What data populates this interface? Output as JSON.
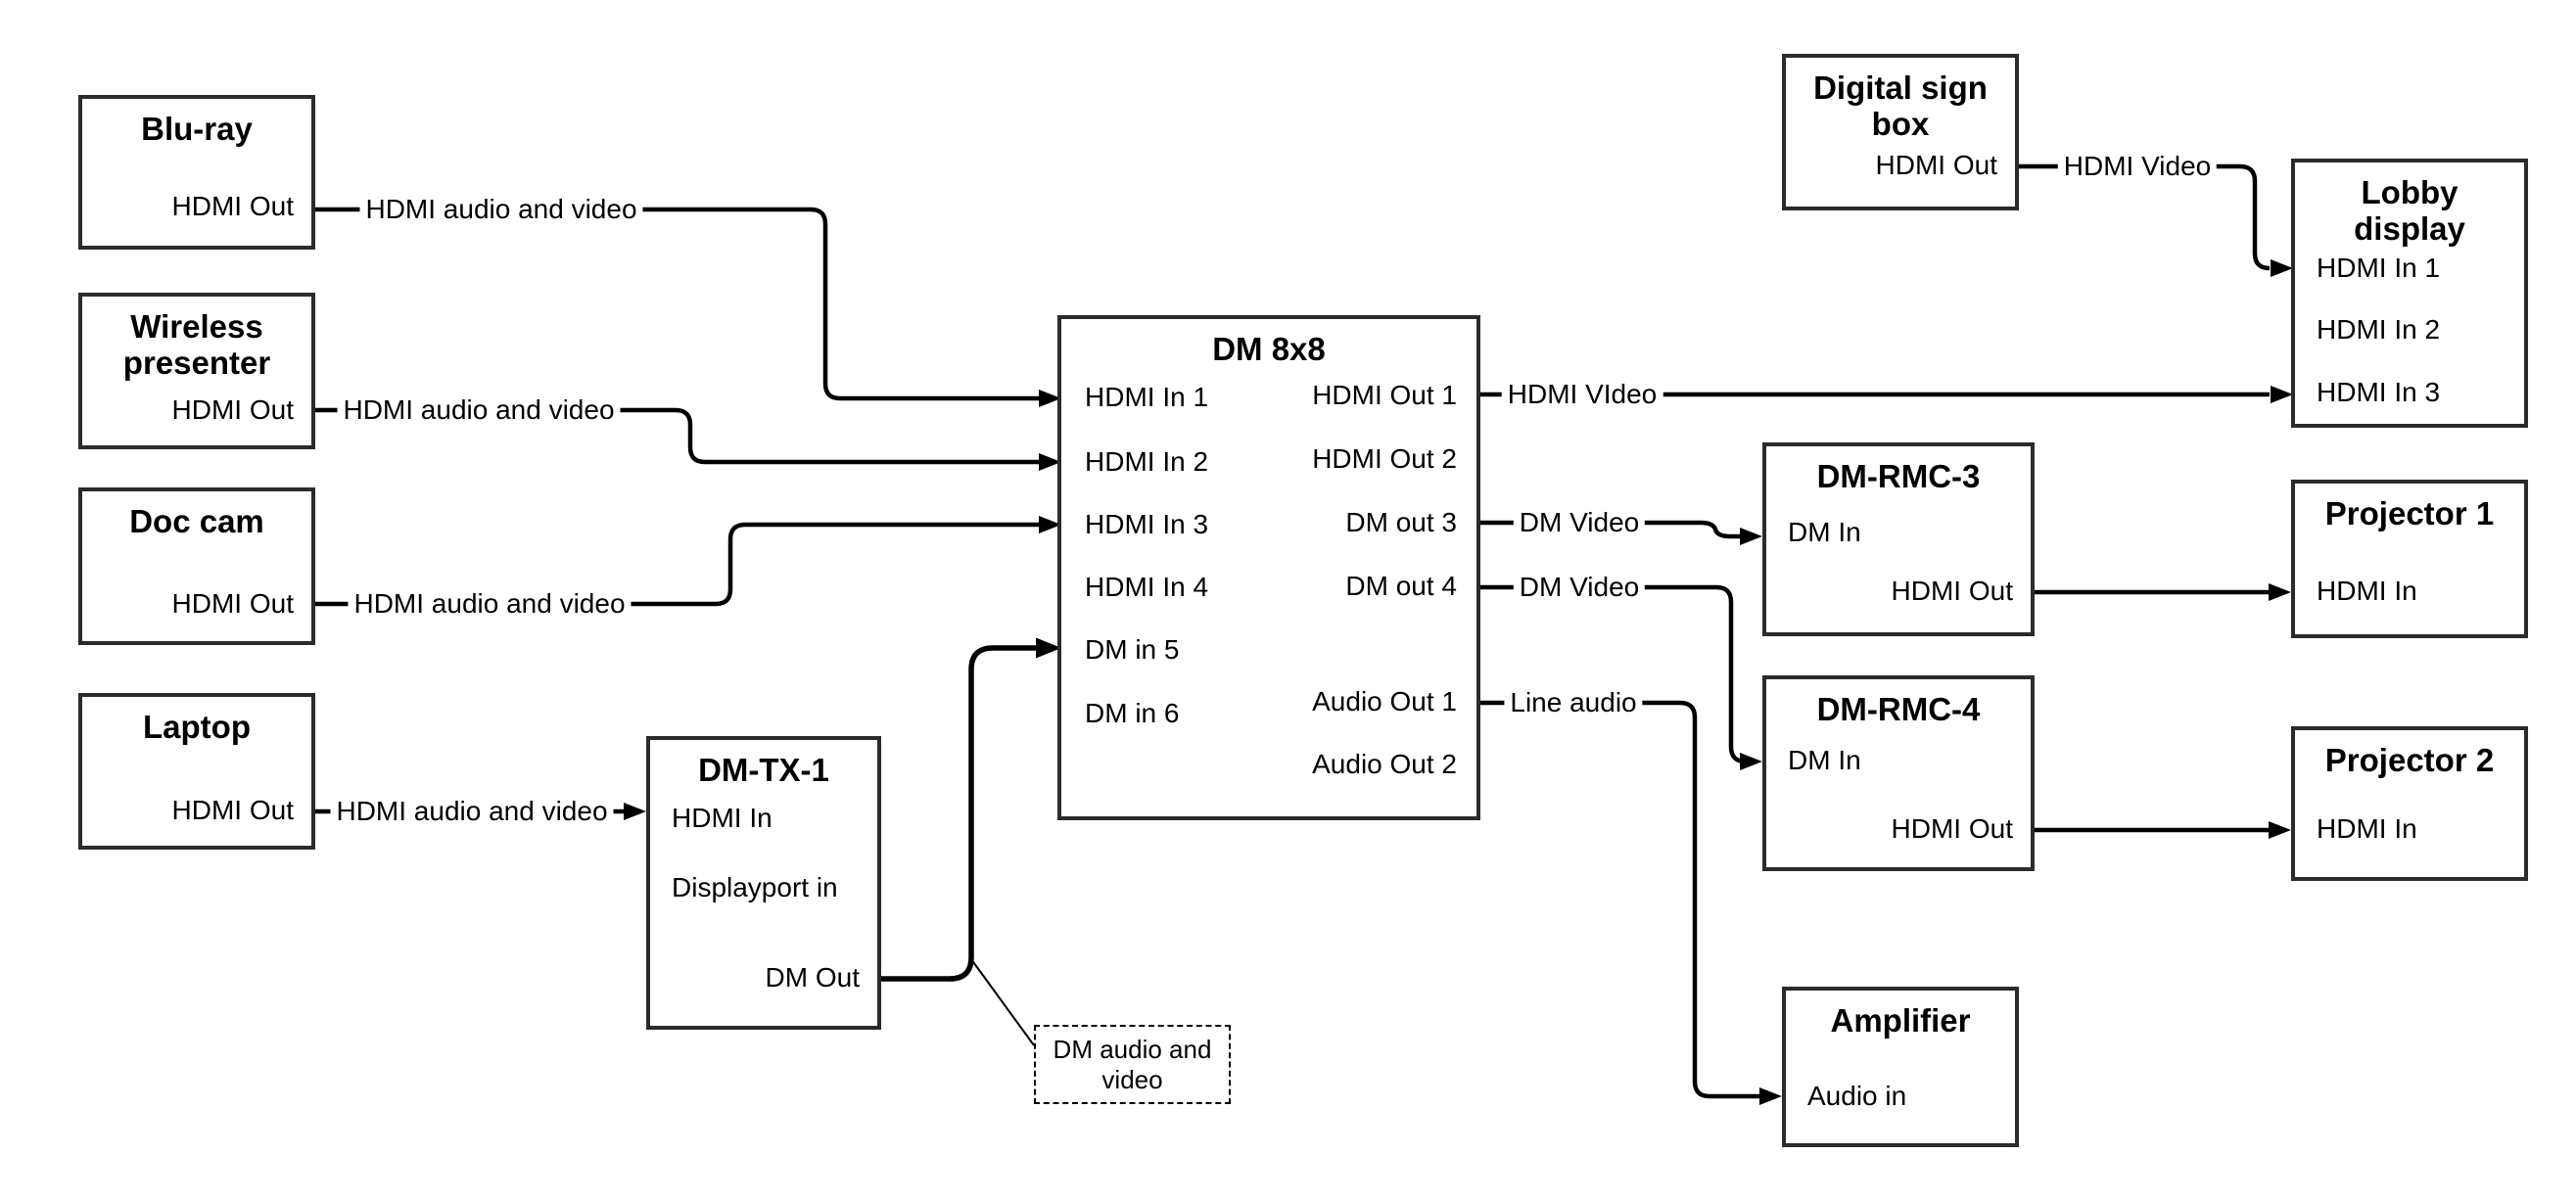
{
  "nodes": {
    "bluray": {
      "title": "Blu-ray",
      "ports": {
        "hdmi_out": "HDMI Out"
      }
    },
    "wireless_presenter": {
      "title": "Wireless presenter",
      "ports": {
        "hdmi_out": "HDMI Out"
      }
    },
    "doc_cam": {
      "title": "Doc cam",
      "ports": {
        "hdmi_out": "HDMI Out"
      }
    },
    "laptop": {
      "title": "Laptop",
      "ports": {
        "hdmi_out": "HDMI Out"
      }
    },
    "dm_tx_1": {
      "title": "DM-TX-1",
      "ports": {
        "hdmi_in": "HDMI In",
        "displayport_in": "Displayport in",
        "dm_out": "DM Out"
      }
    },
    "dm_8x8": {
      "title": "DM 8x8",
      "ports": {
        "hdmi_in_1": "HDMI In 1",
        "hdmi_in_2": "HDMI In 2",
        "hdmi_in_3": "HDMI In 3",
        "hdmi_in_4": "HDMI In 4",
        "dm_in_5": "DM in 5",
        "dm_in_6": "DM in 6",
        "hdmi_out_1": "HDMI Out 1",
        "hdmi_out_2": "HDMI Out 2",
        "dm_out_3": "DM out 3",
        "dm_out_4": "DM out 4",
        "audio_out_1": "Audio Out 1",
        "audio_out_2": "Audio Out 2"
      }
    },
    "digital_sign_box": {
      "title": "Digital sign box",
      "ports": {
        "hdmi_out": "HDMI Out"
      }
    },
    "lobby_display": {
      "title": "Lobby display",
      "ports": {
        "hdmi_in_1": "HDMI In 1",
        "hdmi_in_2": "HDMI In 2",
        "hdmi_in_3": "HDMI In 3"
      }
    },
    "dm_rmc_3": {
      "title": "DM-RMC-3",
      "ports": {
        "dm_in": "DM In",
        "hdmi_out": "HDMI Out"
      }
    },
    "projector_1": {
      "title": "Projector 1",
      "ports": {
        "hdmi_in": "HDMI In"
      }
    },
    "dm_rmc_4": {
      "title": "DM-RMC-4",
      "ports": {
        "dm_in": "DM In",
        "hdmi_out": "HDMI Out"
      }
    },
    "projector_2": {
      "title": "Projector 2",
      "ports": {
        "hdmi_in": "HDMI In"
      }
    },
    "amplifier": {
      "title": "Amplifier",
      "ports": {
        "audio_in": "Audio in"
      }
    }
  },
  "edge_labels": {
    "bluray_to_dm8x8": "HDMI audio and video",
    "wireless_to_dm8x8": "HDMI audio and video",
    "doccam_to_dm8x8": "HDMI audio and video",
    "laptop_to_dmtx1": "HDMI audio and video",
    "dm8x8_to_lobby": "HDMI VIdeo",
    "dm8x8_to_rmc3": "DM Video",
    "dm8x8_to_rmc4": "DM Video",
    "dm8x8_to_amplifier": "Line audio",
    "digital_sign_to_lobby": "HDMI Video"
  },
  "annotation": {
    "dm_audio_video": "DM audio and video"
  },
  "colors": {
    "background": "#ffffff",
    "box_border": "#2b2b2b",
    "wire": "#000000",
    "text": "#000000"
  }
}
